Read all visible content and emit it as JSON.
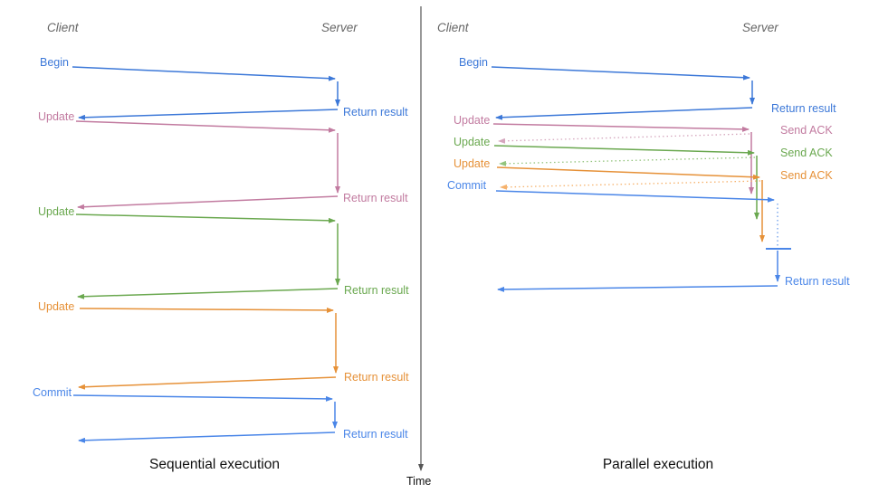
{
  "time_axis": {
    "label": "Time"
  },
  "palette": {
    "begin_blue": "#3c78d8",
    "commit_blue": "#4a86e8",
    "update1_pink": "#c27ba0",
    "update2_green": "#6aa84f",
    "update3_orange": "#e69138",
    "ack_pink_light": "#d5a6bd",
    "ack_green_light": "#93c47d",
    "ack_orange_light": "#f6b26c",
    "wait_blue_light": "#6d9eeb",
    "axis_gray": "#555555",
    "header_gray": "#666666"
  },
  "left": {
    "client_header": "Client",
    "server_header": "Server",
    "title": "Sequential execution",
    "requests": [
      {
        "label": "Begin",
        "color": "#3c78d8"
      },
      {
        "label": "Update",
        "color": "#c27ba0"
      },
      {
        "label": "Update",
        "color": "#6aa84f"
      },
      {
        "label": "Update",
        "color": "#e69138"
      },
      {
        "label": "Commit",
        "color": "#4a86e8"
      }
    ],
    "responses": [
      {
        "label": "Return result",
        "color": "#3c78d8"
      },
      {
        "label": "Return result",
        "color": "#c27ba0"
      },
      {
        "label": "Return result",
        "color": "#6aa84f"
      },
      {
        "label": "Return result",
        "color": "#e69138"
      },
      {
        "label": "Return result",
        "color": "#4a86e8"
      }
    ]
  },
  "right": {
    "client_header": "Client",
    "server_header": "Server",
    "title": "Parallel execution",
    "requests": [
      {
        "label": "Begin",
        "color": "#3c78d8"
      },
      {
        "label": "Update",
        "color": "#c27ba0"
      },
      {
        "label": "Update",
        "color": "#6aa84f"
      },
      {
        "label": "Update",
        "color": "#e69138"
      },
      {
        "label": "Commit",
        "color": "#4a86e8"
      }
    ],
    "responses": [
      {
        "label": "Return result",
        "color": "#3c78d8"
      },
      {
        "label": "Send ACK",
        "color": "#c27ba0"
      },
      {
        "label": "Send ACK",
        "color": "#6aa84f"
      },
      {
        "label": "Send ACK",
        "color": "#e69138"
      },
      {
        "label": "Return result",
        "color": "#4a86e8"
      }
    ]
  }
}
